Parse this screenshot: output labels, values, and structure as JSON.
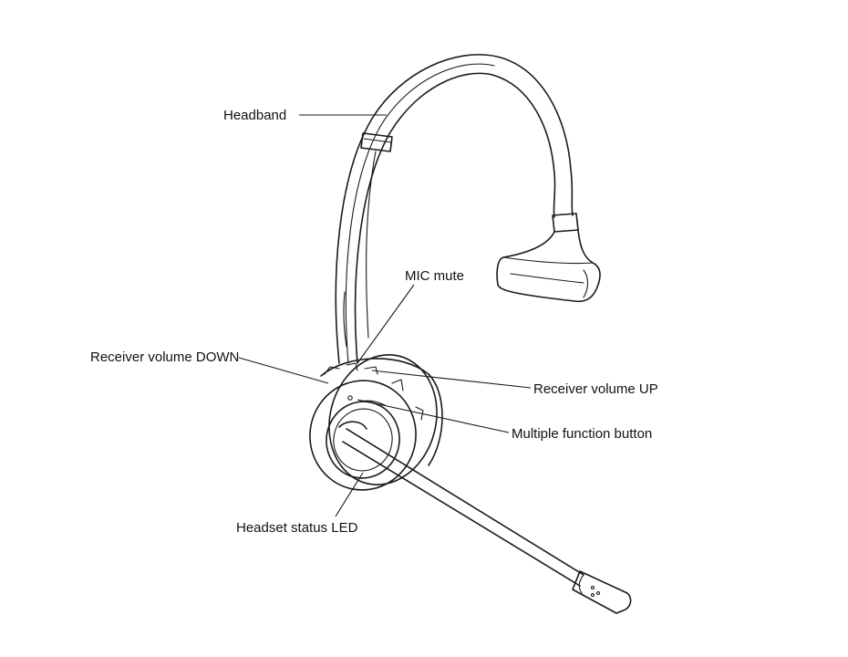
{
  "callouts": {
    "headband": "Headband",
    "mic_mute": "MIC mute",
    "receiver_volume_down": "Receiver volume DOWN",
    "receiver_volume_up": "Receiver volume UP",
    "multiple_function_button": "Multiple function button",
    "headset_status_led": "Headset status LED"
  },
  "colors": {
    "line": "#1a1a1a",
    "background": "#ffffff"
  }
}
